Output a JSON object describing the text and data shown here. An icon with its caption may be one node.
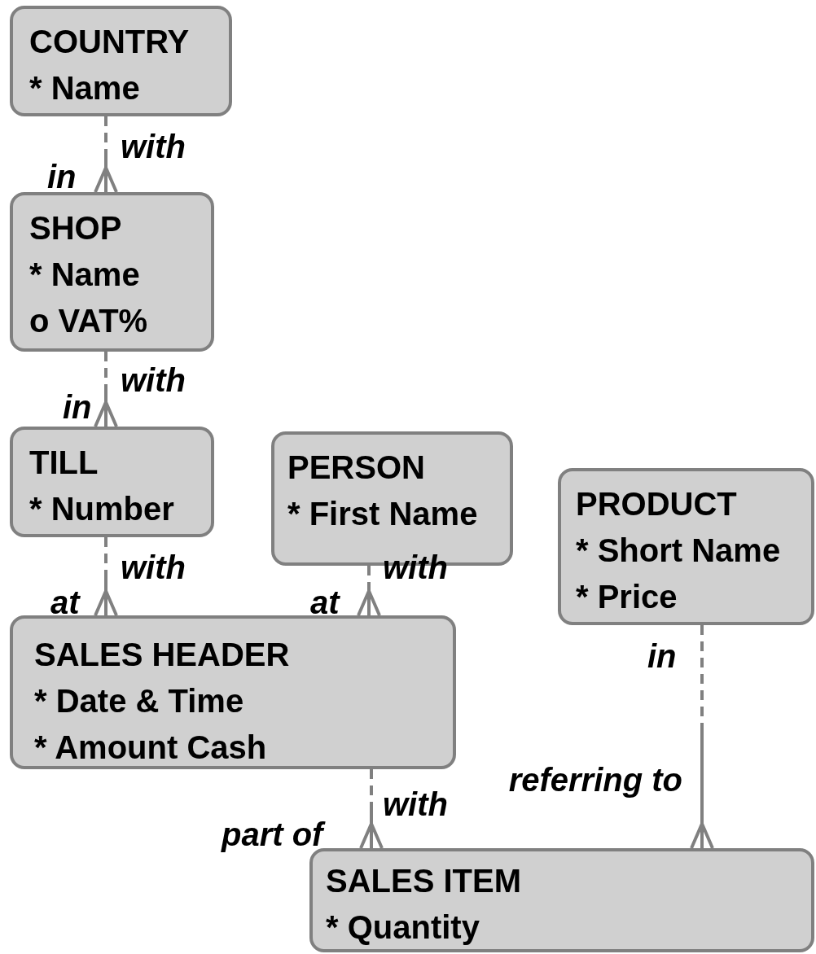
{
  "diagram": {
    "nodes": [
      {
        "text": [
          "COUNTRY",
          "* Name"
        ]
      },
      {
        "text": [
          "SHOP",
          "* Name",
          "o VAT%"
        ]
      },
      {
        "text": [
          "TILL",
          "* Number"
        ]
      },
      {
        "text": [
          "PERSON",
          "* First Name"
        ]
      },
      {
        "text": [
          "PRODUCT",
          "* Short Name",
          "* Price"
        ]
      },
      {
        "text": [
          "SALES HEADER",
          "* Date & Time",
          "* Amount Cash"
        ]
      },
      {
        "text": [
          "SALES ITEM",
          "* Quantity"
        ]
      }
    ],
    "edges": [
      {
        "from": 0,
        "to": 1,
        "arrow": "other",
        "label": "with"
      },
      {
        "from": 1,
        "to": 2,
        "arrow": "other",
        "label": "with"
      },
      {
        "from": 2,
        "to": 5,
        "arrow": "other",
        "label": "with"
      },
      {
        "from": 3,
        "to": 5,
        "arrow": "other",
        "label": "with"
      },
      {
        "from": 4,
        "to": 6,
        "arrow": "other",
        "label": "in"
      },
      {
        "from": 5,
        "to": 6,
        "arrow": "other",
        "label": "with"
      }
    ],
    "labels": [
      "in",
      "in",
      "at",
      "at",
      "referring to",
      "part of"
    ]
  }
}
